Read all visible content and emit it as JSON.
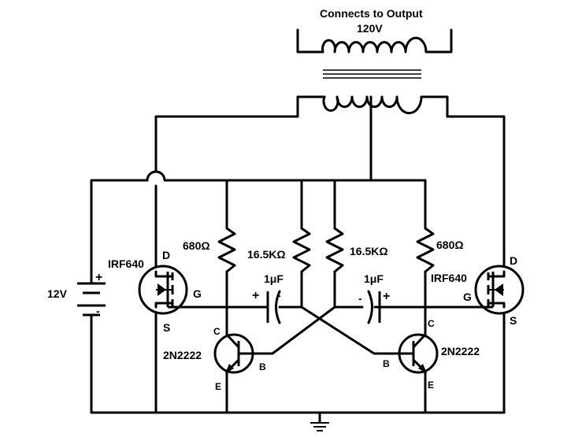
{
  "diagram": {
    "transformer": {
      "secondary_label_line1": "Connects to Output",
      "secondary_label_line2": "120V"
    },
    "battery": {
      "voltage": "12V",
      "plus": "+",
      "minus": "-"
    },
    "mosfet_left": {
      "part": "IRF640",
      "drain": "D",
      "gate": "G",
      "source": "S"
    },
    "mosfet_right": {
      "part": "IRF640",
      "drain": "D",
      "gate": "G",
      "source": "S"
    },
    "resistors": {
      "r1": "680Ω",
      "r2": "16.5KΩ",
      "r3": "16.5KΩ",
      "r4": "680Ω"
    },
    "capacitors": {
      "c1": {
        "value": "1μF",
        "plus": "+",
        "minus": "-"
      },
      "c2": {
        "value": "1μF",
        "plus": "+",
        "minus": "-"
      }
    },
    "bjt_left": {
      "part": "2N2222",
      "collector": "C",
      "base": "B",
      "emitter": "E"
    },
    "bjt_right": {
      "part": "2N2222",
      "collector": "C",
      "base": "B",
      "emitter": "E"
    }
  }
}
